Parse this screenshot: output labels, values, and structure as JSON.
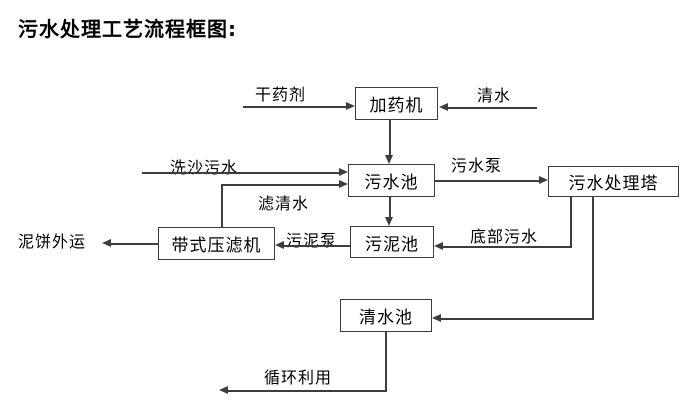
{
  "title": "污水处理工艺流程框图:",
  "colors": {
    "line": "#3d3d3d",
    "text": "#000000",
    "background": "#ffffff"
  },
  "nodes": [
    {
      "id": "dosing-machine",
      "label": "加药机"
    },
    {
      "id": "sewage-pool",
      "label": "污水池"
    },
    {
      "id": "treatment-tower",
      "label": "污水处理塔"
    },
    {
      "id": "sludge-pool",
      "label": "污泥池"
    },
    {
      "id": "belt-filter-press",
      "label": "带式压滤机"
    },
    {
      "id": "clean-water-pool",
      "label": "清水池"
    }
  ],
  "edge_labels": [
    {
      "id": "dry-agent",
      "label": "干药剂"
    },
    {
      "id": "clean-water",
      "label": "清水"
    },
    {
      "id": "sand-washing-sewage",
      "label": "洗沙污水"
    },
    {
      "id": "filtered-water",
      "label": "滤清水"
    },
    {
      "id": "sewage-pump",
      "label": "污水泵"
    },
    {
      "id": "sludge-pump",
      "label": "污泥泵"
    },
    {
      "id": "mud-cake-out",
      "label": "泥饼外运"
    },
    {
      "id": "bottom-sewage",
      "label": "底部污水"
    },
    {
      "id": "recycle-use",
      "label": "循环利用"
    }
  ]
}
